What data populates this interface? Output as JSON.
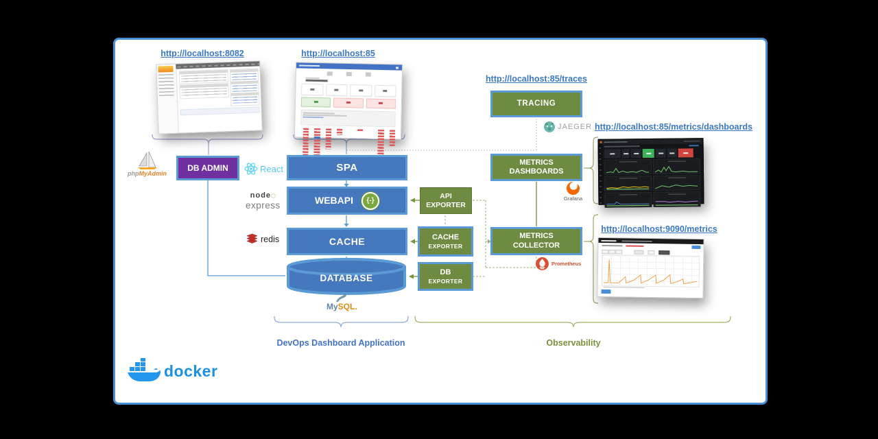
{
  "window": {
    "background": "#000000",
    "panel_border": "#4A90D9"
  },
  "links": {
    "phpmyadmin": "http://localhost:8082",
    "spa": "http://localhost:85",
    "traces": "http://localhost:85/traces",
    "grafana_dashboards": "http://localhost:85/metrics/dashboards",
    "prometheus_metrics": "http://localhost:9090/metrics"
  },
  "boxes": {
    "db_admin": "DB ADMIN",
    "spa": "SPA",
    "webapi": "WEBAPI",
    "cache": "CACHE",
    "database": "DATABASE",
    "api_exporter": [
      "API",
      "EXPORTER"
    ],
    "cache_exporter": [
      "CACHE",
      "EXPORTER"
    ],
    "db_exporter": [
      "DB",
      "EXPORTER"
    ],
    "tracing": "TRACING",
    "metrics_dashboards": [
      "METRICS",
      "DASHBOARDS"
    ],
    "metrics_collector": [
      "METRICS",
      "COLLECTOR"
    ]
  },
  "icons": {
    "webapi_badge": "{-}"
  },
  "logos": {
    "phpmyadmin_php": "php",
    "phpmyadmin_myadmin": "MyAdmin",
    "react": "React",
    "node": "node",
    "express": "express",
    "redis": "redis",
    "mysql_my": "My",
    "mysql_sql": "SQL",
    "mysql_dot": ".",
    "jaeger": "JAEGER",
    "grafana": "Grafana",
    "prometheus": "Prometheus",
    "docker": "docker"
  },
  "groups": {
    "devops": "DevOps Dashboard Application",
    "observability": "Observability"
  },
  "colors": {
    "box_blue": "#4678BE",
    "box_border_blue": "#5B9BD5",
    "box_green": "#6F8B41",
    "box_purple": "#7030A0",
    "link_blue": "#3B78C3",
    "label_blue": "#4472C4",
    "label_green": "#76923C",
    "docker_blue": "#1D90E0",
    "dashed_green": "#9FB07E",
    "dotted_gray": "#C3C3C3"
  }
}
